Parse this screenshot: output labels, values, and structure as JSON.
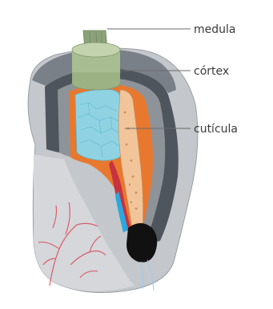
{
  "labels": {
    "medulla": "medula",
    "cortex": "córtex",
    "cuticle": "cutícula"
  },
  "colors": {
    "background": "#ffffff",
    "skin_outer": "#b9bcc1",
    "skin_mid": "#8e939a",
    "skin_dark": "#4f555c",
    "root_sheath_orange": "#e8782e",
    "cortex_cells": "#8fd3e3",
    "cuticle_cells": "#f2c49a",
    "hair_shaft_green": "#8ba27a",
    "blood_vessels": "#d9606d",
    "nerve_blue": "#2aa8e0",
    "papilla_black": "#111111"
  }
}
